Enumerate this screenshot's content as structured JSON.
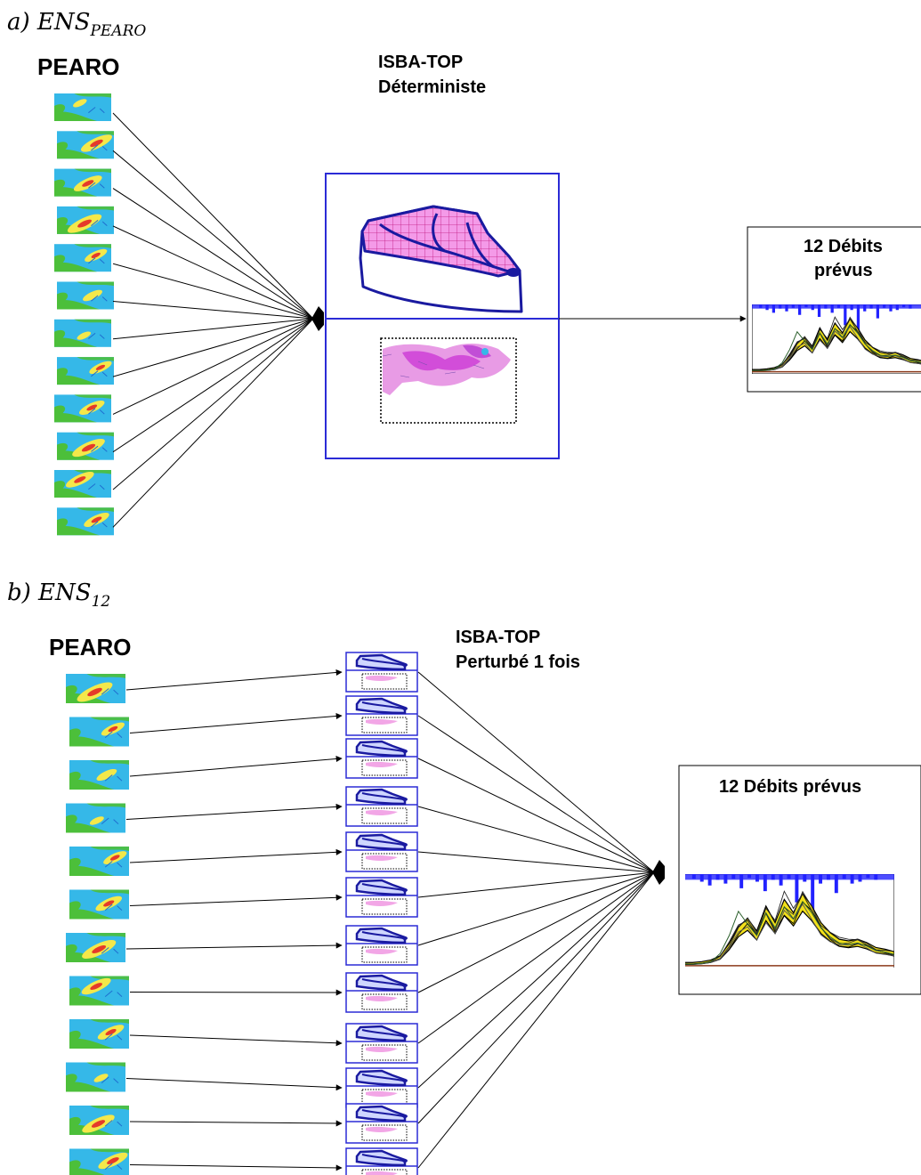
{
  "panel_a": {
    "label_prefix": "a) ENS",
    "label_subscript": "PEARO",
    "source_title": "PEARO",
    "model_title_line1": "ISBA-TOP",
    "model_title_line2": "Déterministe",
    "output_title_line1": "12 Débits",
    "output_title_line2": "prévus"
  },
  "panel_b": {
    "label_prefix": "b) ENS",
    "label_subscript": "12",
    "source_title": "PEARO",
    "model_title_line1": "ISBA-TOP",
    "model_title_line2": "Perturbé 1 fois",
    "output_title": "12 Débits prévus"
  },
  "member_count": 12,
  "colors": {
    "box_border": "#2b2bd6",
    "catchment": "#1a1aa0",
    "catchment_fill": "#ee88dd",
    "hydrograph_band": "#f2e01a",
    "rain_bars": "#2222ff",
    "map_cyan": "#35b8e8",
    "map_green": "#4cbf3a",
    "map_yellow": "#f4e84a",
    "map_red": "#e53a2a"
  },
  "icons": {
    "rain_map": "precipitation-map-icon",
    "catchment": "catchment-block-icon",
    "hydrograph": "hydrograph-icon",
    "merge": "merge-node-icon"
  }
}
